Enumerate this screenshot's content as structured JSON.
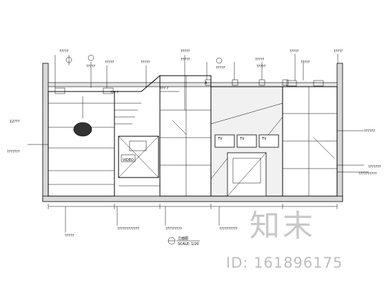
{
  "drawing": {
    "callouts_top": [
      "?????",
      "?????",
      "?????",
      "?????",
      "?????",
      "?????",
      "??? ?",
      "?????",
      "?????"
    ],
    "tag_top": [
      "?????",
      "?????",
      "?????",
      "?????",
      "?????",
      "?????",
      "?????",
      "?????"
    ],
    "mark_a": "A",
    "level_left": "12???",
    "left_note": "???????",
    "right_note_1": "??????",
    "right_note_2": "??????????",
    "right_note_3": "???????",
    "tv_labels": [
      "TV",
      "TV",
      "TV"
    ],
    "video_label": "VIDEO",
    "bottom_notes": [
      "?????",
      "????????????",
      "?????????",
      "??????????"
    ],
    "small_tag": "??? ?",
    "title": "立面图",
    "scale": "SCALE: 1/20"
  },
  "watermark": {
    "logo": "知末",
    "id": "ID: 161896175"
  }
}
